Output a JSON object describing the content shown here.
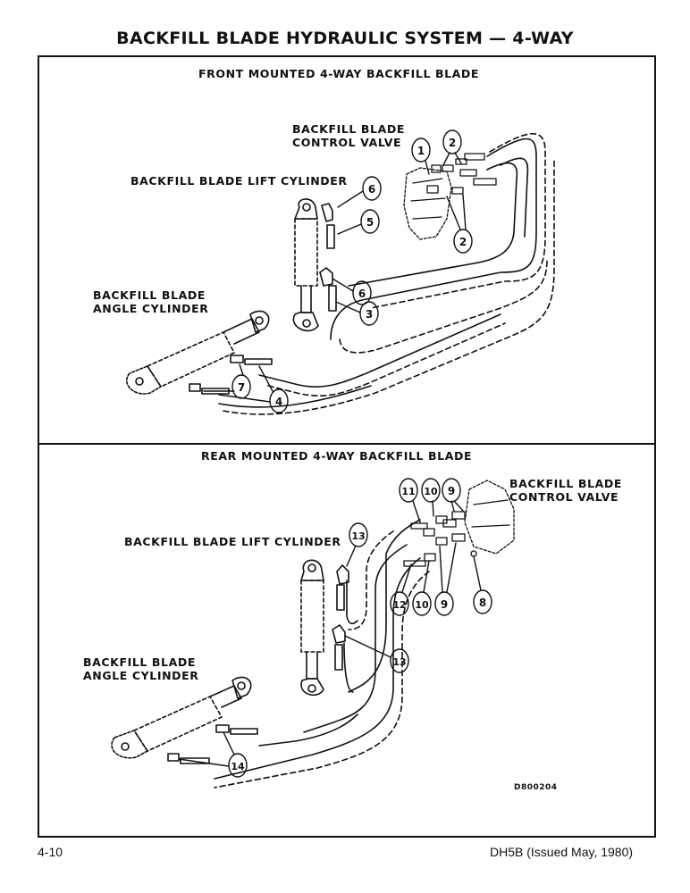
{
  "page_title": "BACKFILL BLADE HYDRAULIC SYSTEM — 4-WAY",
  "front": {
    "heading": "FRONT MOUNTED 4-WAY BACKFILL BLADE",
    "control_valve_line1": "BACKFILL BLADE",
    "control_valve_line2": "CONTROL VALVE",
    "lift_cylinder": "BACKFILL BLADE LIFT CYLINDER",
    "angle_cylinder_line1": "BACKFILL BLADE",
    "angle_cylinder_line2": "ANGLE CYLINDER",
    "callouts": [
      "1",
      "2",
      "6",
      "5",
      "2",
      "6",
      "3",
      "7",
      "4"
    ]
  },
  "rear": {
    "heading": "REAR MOUNTED 4-WAY BACKFILL BLADE",
    "control_valve_line1": "BACKFILL BLADE",
    "control_valve_line2": "CONTROL VALVE",
    "lift_cylinder": "BACKFILL BLADE LIFT CYLINDER",
    "angle_cylinder_line1": "BACKFILL BLADE",
    "angle_cylinder_line2": "ANGLE CYLINDER",
    "callouts": [
      "11",
      "10",
      "9",
      "13",
      "12",
      "10",
      "9",
      "8",
      "13",
      "14"
    ],
    "drawing_number": "D800204"
  },
  "footer": {
    "page_number": "4-10",
    "document": "DH5B (Issued May, 1980)"
  }
}
